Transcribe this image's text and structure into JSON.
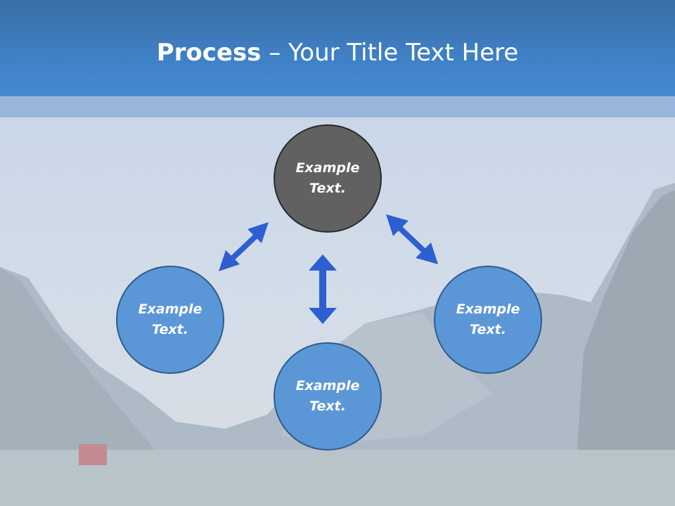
{
  "title": {
    "bold": "Process",
    "rest": " – Your Title Text Here"
  },
  "nodes": {
    "top": "Example Text.",
    "left": "Example Text.",
    "right": "Example Text.",
    "bottom": "Example Text."
  },
  "colors": {
    "header": "#3f7fc3",
    "top_node": "#616161",
    "node": "#5b97d6",
    "arrow": "#2e5fd0"
  }
}
